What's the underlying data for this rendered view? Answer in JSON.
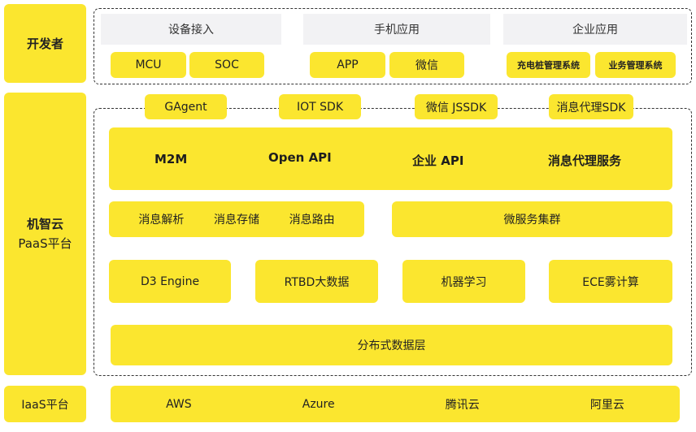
{
  "layers": {
    "developer": {
      "label": "开发者",
      "groups": [
        {
          "title": "设备接入",
          "items": [
            "MCU",
            "SOC"
          ]
        },
        {
          "title": "手机应用",
          "items": [
            "APP",
            "微信"
          ]
        },
        {
          "title": "企业应用",
          "items": [
            "充电桩管理系统",
            "业务管理系统"
          ]
        }
      ]
    },
    "paas": {
      "label_line1": "机智云",
      "label_line2": "PaaS平台",
      "sdks": [
        "GAgent",
        "IOT SDK",
        "微信 JSSDK",
        "消息代理SDK"
      ],
      "api_row": [
        "M2M",
        "Open API",
        "企业 API",
        "消息代理服务"
      ],
      "message_row": [
        "消息解析",
        "消息存储",
        "消息路由"
      ],
      "microservice": "微服务集群",
      "engines": [
        "D3 Engine",
        "RTBD大数据",
        "机器学习",
        "ECE雾计算"
      ],
      "data_layer": "分布式数据层"
    },
    "iaas": {
      "label": "IaaS平台",
      "providers": [
        "AWS",
        "Azure",
        "腾讯云",
        "阿里云"
      ]
    }
  },
  "colors": {
    "accent": "#fbe62f",
    "group_header": "#f2f2f4",
    "border": "#333333"
  }
}
